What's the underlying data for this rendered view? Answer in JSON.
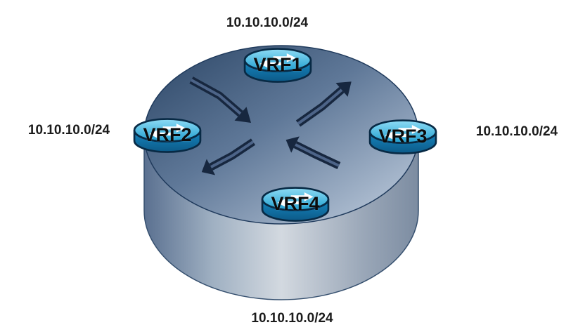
{
  "diagram": {
    "type": "network-vrf-diagram",
    "core": {
      "shape": "large-3d-cylinder",
      "colors": {
        "top_dark": "#2b4565",
        "top_mid": "#5f7898",
        "top_light": "#c3d0e0",
        "side_dark": "#5a7090",
        "side_light": "#d3d9e0",
        "arrow": "#17273f",
        "arrow_inner": "#4d6488"
      }
    },
    "nodes": [
      {
        "id": "vrf1",
        "label": "VRF1",
        "icon": "router-icon",
        "position": "top"
      },
      {
        "id": "vrf2",
        "label": "VRF2",
        "icon": "router-icon",
        "position": "left"
      },
      {
        "id": "vrf3",
        "label": "VRF3",
        "icon": "router-icon",
        "position": "right"
      },
      {
        "id": "vrf4",
        "label": "VRF4",
        "icon": "router-icon",
        "position": "bottom"
      }
    ],
    "networks": {
      "top": "10.10.10.0/24",
      "left": "10.10.10.0/24",
      "right": "10.10.10.0/24",
      "bottom": "10.10.10.0/24"
    },
    "icons": {
      "router": "cisco-router-cylinder-with-white-arrows",
      "flow_arrows": "bent-traffic-arrows-crossing"
    },
    "router_colors": {
      "top_light": "#8edcf5",
      "top_teal": "#1f9ecf",
      "body_teal": "#1787c0",
      "body_dark": "#0c5a88",
      "outline": "#082a45",
      "glyph": "#ffffff"
    },
    "label_color": "#111111",
    "background": "#ffffff"
  }
}
